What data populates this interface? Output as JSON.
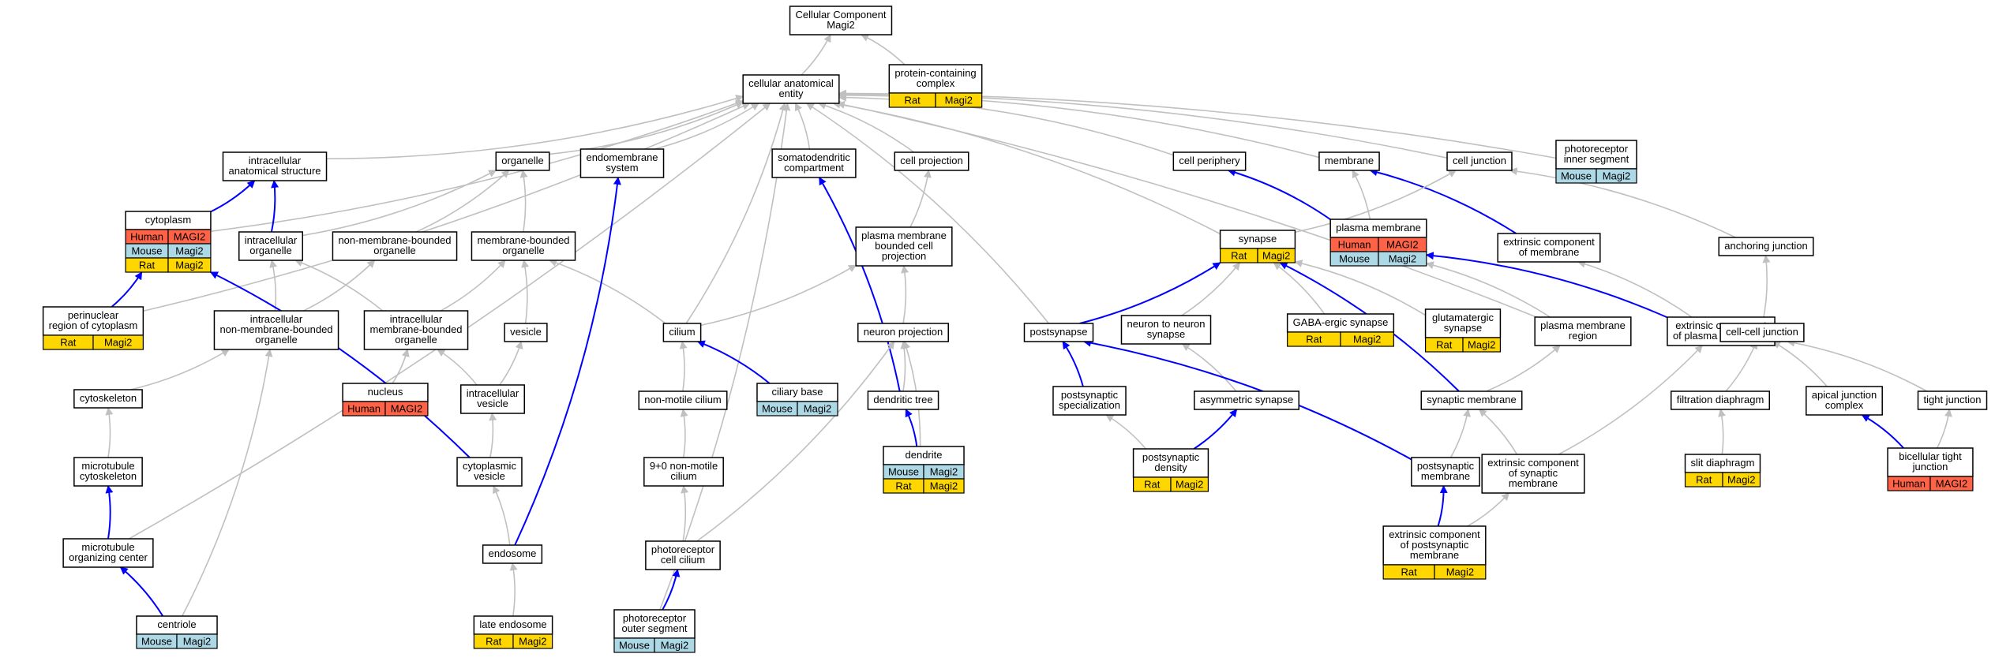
{
  "colors": {
    "Human": "#ff6347",
    "Mouse": "#add8e6",
    "Rat": "#ffd700",
    "grey_edge": "#c0c0c0",
    "blue_edge": "#0000ff"
  },
  "nodes": [
    {
      "id": "root",
      "label": "Cellular Component\nMagi2",
      "tags": []
    },
    {
      "id": "cae",
      "label": "cellular anatomical\nentity",
      "tags": []
    },
    {
      "id": "pcc",
      "label": "protein-containing\ncomplex",
      "tags": [
        [
          "Rat",
          "Magi2"
        ]
      ]
    },
    {
      "id": "ias",
      "label": "intracellular\nanatomical structure",
      "tags": []
    },
    {
      "id": "organelle",
      "label": "organelle",
      "tags": []
    },
    {
      "id": "endomem",
      "label": "endomembrane\nsystem",
      "tags": []
    },
    {
      "id": "somato",
      "label": "somatodendritic\ncompartment",
      "tags": []
    },
    {
      "id": "cellproj",
      "label": "cell projection",
      "tags": []
    },
    {
      "id": "periph",
      "label": "cell periphery",
      "tags": []
    },
    {
      "id": "membrane",
      "label": "membrane",
      "tags": []
    },
    {
      "id": "celljunc",
      "label": "cell junction",
      "tags": []
    },
    {
      "id": "pis",
      "label": "photoreceptor\ninner segment",
      "tags": [
        [
          "Mouse",
          "Magi2"
        ]
      ]
    },
    {
      "id": "cytoplasm",
      "label": "cytoplasm",
      "tags": [
        [
          "Human",
          "MAGI2"
        ],
        [
          "Mouse",
          "Magi2"
        ],
        [
          "Rat",
          "Magi2"
        ]
      ]
    },
    {
      "id": "intraorg",
      "label": "intracellular\norganelle",
      "tags": []
    },
    {
      "id": "nmbo",
      "label": "non-membrane-bounded\norganelle",
      "tags": []
    },
    {
      "id": "mbo",
      "label": "membrane-bounded\norganelle",
      "tags": []
    },
    {
      "id": "pmbcp",
      "label": "plasma membrane\nbounded cell\nprojection",
      "tags": []
    },
    {
      "id": "synapse",
      "label": "synapse",
      "tags": [
        [
          "Rat",
          "Magi2"
        ]
      ]
    },
    {
      "id": "pm",
      "label": "plasma membrane",
      "tags": [
        [
          "Human",
          "MAGI2"
        ],
        [
          "Mouse",
          "Magi2"
        ]
      ]
    },
    {
      "id": "ecm",
      "label": "extrinsic component\nof membrane",
      "tags": []
    },
    {
      "id": "anchor",
      "label": "anchoring junction",
      "tags": []
    },
    {
      "id": "perinuc",
      "label": "perinuclear\nregion of cytoplasm",
      "tags": [
        [
          "Rat",
          "Magi2"
        ]
      ]
    },
    {
      "id": "inmbo",
      "label": "intracellular\nnon-membrane-bounded\norganelle",
      "tags": []
    },
    {
      "id": "imbo",
      "label": "intracellular\nmembrane-bounded\norganelle",
      "tags": []
    },
    {
      "id": "vesicle",
      "label": "vesicle",
      "tags": []
    },
    {
      "id": "cilium",
      "label": "cilium",
      "tags": []
    },
    {
      "id": "neuroproj",
      "label": "neuron projection",
      "tags": []
    },
    {
      "id": "postsyn",
      "label": "postsynapse",
      "tags": []
    },
    {
      "id": "n2n",
      "label": "neuron to neuron\nsynapse",
      "tags": []
    },
    {
      "id": "gaba",
      "label": "GABA-ergic synapse",
      "tags": [
        [
          "Rat",
          "Magi2"
        ]
      ]
    },
    {
      "id": "glut",
      "label": "glutamatergic\nsynapse",
      "tags": [
        [
          "Rat",
          "Magi2"
        ]
      ]
    },
    {
      "id": "pmr",
      "label": "plasma membrane\nregion",
      "tags": []
    },
    {
      "id": "ecpm",
      "label": "extrinsic component\nof plasma membrane",
      "tags": []
    },
    {
      "id": "ccj",
      "label": "cell-cell junction",
      "tags": []
    },
    {
      "id": "nucleus",
      "label": "nucleus",
      "tags": [
        [
          "Human",
          "MAGI2"
        ]
      ]
    },
    {
      "id": "cytoskel",
      "label": "cytoskeleton",
      "tags": []
    },
    {
      "id": "icv",
      "label": "intracellular\nvesicle",
      "tags": []
    },
    {
      "id": "nmcil",
      "label": "non-motile cilium",
      "tags": []
    },
    {
      "id": "cilbase",
      "label": "ciliary base",
      "tags": [
        [
          "Mouse",
          "Magi2"
        ]
      ]
    },
    {
      "id": "dtree",
      "label": "dendritic tree",
      "tags": []
    },
    {
      "id": "psspec",
      "label": "postsynaptic\nspecialization",
      "tags": []
    },
    {
      "id": "asym",
      "label": "asymmetric synapse",
      "tags": []
    },
    {
      "id": "synmem",
      "label": "synaptic membrane",
      "tags": []
    },
    {
      "id": "filtdia",
      "label": "filtration diaphragm",
      "tags": []
    },
    {
      "id": "apjc",
      "label": "apical junction\ncomplex",
      "tags": []
    },
    {
      "id": "tight",
      "label": "tight junction",
      "tags": []
    },
    {
      "id": "mtcyto",
      "label": "microtubule\ncytoskeleton",
      "tags": []
    },
    {
      "id": "cytves",
      "label": "cytoplasmic\nvesicle",
      "tags": []
    },
    {
      "id": "ninepo",
      "label": "9+0 non-motile\ncilium",
      "tags": []
    },
    {
      "id": "dendrite",
      "label": "dendrite",
      "tags": [
        [
          "Mouse",
          "Magi2"
        ],
        [
          "Rat",
          "Magi2"
        ]
      ]
    },
    {
      "id": "psd",
      "label": "postsynaptic\ndensity",
      "tags": [
        [
          "Rat",
          "Magi2"
        ]
      ]
    },
    {
      "id": "psmem",
      "label": "postsynaptic\nmembrane",
      "tags": []
    },
    {
      "id": "ecsm",
      "label": "extrinsic component\nof synaptic\nmembrane",
      "tags": []
    },
    {
      "id": "slit",
      "label": "slit diaphragm",
      "tags": [
        [
          "Rat",
          "Magi2"
        ]
      ]
    },
    {
      "id": "btj",
      "label": "bicellular tight\njunction",
      "tags": [
        [
          "Human",
          "MAGI2"
        ]
      ]
    },
    {
      "id": "mtoc",
      "label": "microtubule\norganizing center",
      "tags": []
    },
    {
      "id": "endosome",
      "label": "endosome",
      "tags": []
    },
    {
      "id": "prcc",
      "label": "photoreceptor\ncell cilium",
      "tags": []
    },
    {
      "id": "ecpsm",
      "label": "extrinsic component\nof postsynaptic\nmembrane",
      "tags": [
        [
          "Rat",
          "Magi2"
        ]
      ]
    },
    {
      "id": "centriole",
      "label": "centriole",
      "tags": [
        [
          "Mouse",
          "Magi2"
        ]
      ]
    },
    {
      "id": "lateendo",
      "label": "late endosome",
      "tags": [
        [
          "Rat",
          "Magi2"
        ]
      ]
    },
    {
      "id": "pos",
      "label": "photoreceptor\nouter segment",
      "tags": [
        [
          "Mouse",
          "Magi2"
        ]
      ]
    }
  ],
  "edges": [
    [
      "cae",
      "root",
      "grey"
    ],
    [
      "pcc",
      "root",
      "grey"
    ],
    [
      "ias",
      "cae",
      "grey"
    ],
    [
      "organelle",
      "cae",
      "grey"
    ],
    [
      "endomem",
      "cae",
      "grey"
    ],
    [
      "somato",
      "cae",
      "grey"
    ],
    [
      "cellproj",
      "cae",
      "grey"
    ],
    [
      "periph",
      "cae",
      "grey"
    ],
    [
      "membrane",
      "cae",
      "grey"
    ],
    [
      "celljunc",
      "cae",
      "grey"
    ],
    [
      "pis",
      "cae",
      "grey"
    ],
    [
      "cytoplasm",
      "cae",
      "grey"
    ],
    [
      "perinuc",
      "cae",
      "grey"
    ],
    [
      "mtoc",
      "cae",
      "grey"
    ],
    [
      "postsyn",
      "cae",
      "grey"
    ],
    [
      "cilium",
      "cae",
      "grey"
    ],
    [
      "pos",
      "cae",
      "grey"
    ],
    [
      "synapse",
      "cae",
      "grey"
    ],
    [
      "pmr",
      "cae",
      "grey"
    ],
    [
      "cytoplasm",
      "ias",
      "blue"
    ],
    [
      "intraorg",
      "ias",
      "blue"
    ],
    [
      "intraorg",
      "organelle",
      "grey"
    ],
    [
      "nmbo",
      "organelle",
      "grey"
    ],
    [
      "mbo",
      "organelle",
      "grey"
    ],
    [
      "pmbcp",
      "cellproj",
      "grey"
    ],
    [
      "pm",
      "periph",
      "blue"
    ],
    [
      "pm",
      "membrane",
      "grey"
    ],
    [
      "ecm",
      "membrane",
      "blue"
    ],
    [
      "synapse",
      "celljunc",
      "grey"
    ],
    [
      "anchor",
      "celljunc",
      "grey"
    ],
    [
      "perinuc",
      "cytoplasm",
      "blue"
    ],
    [
      "inmbo",
      "intraorg",
      "grey"
    ],
    [
      "inmbo",
      "nmbo",
      "grey"
    ],
    [
      "imbo",
      "intraorg",
      "grey"
    ],
    [
      "imbo",
      "mbo",
      "grey"
    ],
    [
      "vesicle",
      "mbo",
      "grey"
    ],
    [
      "cilium",
      "mbo",
      "grey"
    ],
    [
      "cilium",
      "pmbcp",
      "grey"
    ],
    [
      "neuroproj",
      "pmbcp",
      "grey"
    ],
    [
      "postsyn",
      "synapse",
      "blue"
    ],
    [
      "n2n",
      "synapse",
      "grey"
    ],
    [
      "gaba",
      "synapse",
      "grey"
    ],
    [
      "glut",
      "synapse",
      "grey"
    ],
    [
      "pmr",
      "pm",
      "grey"
    ],
    [
      "ecpm",
      "pm",
      "blue"
    ],
    [
      "ecpm",
      "ecm",
      "grey"
    ],
    [
      "ccj",
      "anchor",
      "grey"
    ],
    [
      "nucleus",
      "imbo",
      "grey"
    ],
    [
      "cytoskel",
      "inmbo",
      "grey"
    ],
    [
      "icv",
      "imbo",
      "grey"
    ],
    [
      "icv",
      "vesicle",
      "grey"
    ],
    [
      "nmcil",
      "cilium",
      "grey"
    ],
    [
      "cilbase",
      "cilium",
      "blue"
    ],
    [
      "dtree",
      "neuroproj",
      "grey"
    ],
    [
      "dtree",
      "somato",
      "blue"
    ],
    [
      "psspec",
      "postsyn",
      "blue"
    ],
    [
      "asym",
      "n2n",
      "grey"
    ],
    [
      "synmem",
      "pmr",
      "grey"
    ],
    [
      "synmem",
      "synapse",
      "blue"
    ],
    [
      "filtdia",
      "ccj",
      "grey"
    ],
    [
      "apjc",
      "ccj",
      "grey"
    ],
    [
      "tight",
      "ccj",
      "grey"
    ],
    [
      "mtcyto",
      "cytoskel",
      "grey"
    ],
    [
      "cytves",
      "icv",
      "grey"
    ],
    [
      "cytves",
      "cytoplasm",
      "blue"
    ],
    [
      "ninepo",
      "nmcil",
      "grey"
    ],
    [
      "dendrite",
      "dtree",
      "blue"
    ],
    [
      "dendrite",
      "neuroproj",
      "grey"
    ],
    [
      "psd",
      "psspec",
      "grey"
    ],
    [
      "psd",
      "asym",
      "blue"
    ],
    [
      "psmem",
      "synmem",
      "grey"
    ],
    [
      "psmem",
      "postsyn",
      "blue"
    ],
    [
      "ecsm",
      "synmem",
      "grey"
    ],
    [
      "ecsm",
      "ecpm",
      "grey"
    ],
    [
      "slit",
      "filtdia",
      "grey"
    ],
    [
      "btj",
      "apjc",
      "blue"
    ],
    [
      "btj",
      "tight",
      "grey"
    ],
    [
      "mtoc",
      "mtcyto",
      "blue"
    ],
    [
      "endosome",
      "cytves",
      "grey"
    ],
    [
      "endosome",
      "endomem",
      "blue"
    ],
    [
      "prcc",
      "ninepo",
      "grey"
    ],
    [
      "prcc",
      "neuroproj",
      "grey"
    ],
    [
      "ecpsm",
      "psmem",
      "blue"
    ],
    [
      "ecpsm",
      "ecsm",
      "grey"
    ],
    [
      "centriole",
      "mtoc",
      "blue"
    ],
    [
      "centriole",
      "inmbo",
      "grey"
    ],
    [
      "lateendo",
      "endosome",
      "grey"
    ],
    [
      "pos",
      "prcc",
      "blue"
    ]
  ]
}
